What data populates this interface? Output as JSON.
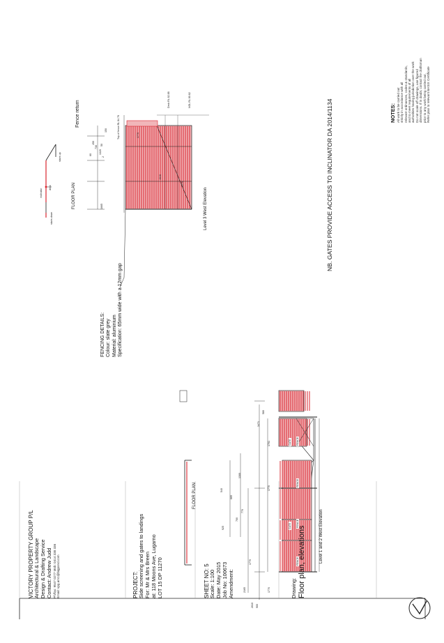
{
  "firm": {
    "lines": [
      "VICTORY PROPERTY GROUP P/L",
      "Architectural & Landscape",
      "Design & Drafting Service",
      "Contact: Andrew Judd"
    ],
    "small_lines": [
      "Ph/fax: 9547 0277 Mob: 0414 338 336",
      "Email: vpg.am1@bigpond.com"
    ]
  },
  "project": {
    "lines": [
      "PROJECT:",
      "Side screening and gates to landings",
      "For: Mr & Mrs Breen",
      "at: 118 Moons Ave, Lugarno",
      "LOT 15 DP 11270"
    ]
  },
  "sheet": {
    "lines": [
      "SHEET NO: 5",
      "Scale: 1:100",
      "Date: May 2015",
      "Job No: 100673",
      "Amendment:"
    ]
  },
  "drawing": {
    "label": "Drawing:",
    "title": "Floor plan, elevations"
  },
  "notes": {
    "title": "NOTES:",
    "lines": [
      "All work to be carried out",
      "strictly in accordance with all",
      "relevant ordinances, codes & standards,",
      "and to meet requirements of all",
      "authorities having jurisdiction over the work",
      "Do not scale off drawings, use figured",
      "dimensions. If in doubt, contact the draftsman",
      "prior to any work being carried out.",
      "Refer plan to relevant BASIX Certificate"
    ]
  },
  "nb_note": "NB. GATES PROVIDE ACCESS TO INCLINATOR DA 2014/1134",
  "fencing": {
    "lines": [
      "FENCING DETAILS:",
      "Colour: slate grey",
      "Material: aluminium",
      "Specification: 65mm wide with a 12mm gap"
    ]
  },
  "labels": {
    "floor_plan_upper": "FLOOR PLAN",
    "floor_plan_lower": "FLOOR PLAN",
    "level3": "Level 3 West Elevation",
    "level12": "Level 1 and 2 West Elevation",
    "fence_return": "Fence return",
    "inclinator": "inclinator",
    "deck": "deck",
    "stairs_up": "stairs up",
    "stairs_down": "stairs down",
    "top_fence_rl": "Top of fence RL 84.76",
    "deck_rl": "Deck RL 82.88",
    "ngl_rl": "NGL RL 80.82"
  },
  "upper_dims": [
    "1770",
    "4046",
    "2275",
    "60",
    "450",
    "730",
    "1320",
    "1665",
    "150",
    "50",
    "2"
  ],
  "lower_dims": [
    "2610",
    "900",
    "1770",
    "2165",
    "1770",
    "3471",
    "1701",
    "1770",
    "580",
    "540",
    "665",
    "700",
    "1300",
    "770",
    "925"
  ],
  "gate_labels": [
    "GATE",
    "GATE"
  ],
  "fence_labels": [
    "FENCE",
    "FENCE",
    "FENCE",
    "FENCE"
  ],
  "colors": {
    "fence_red": "#d9232d",
    "line": "#1a1a1a",
    "hatch": "#e88a8e"
  }
}
